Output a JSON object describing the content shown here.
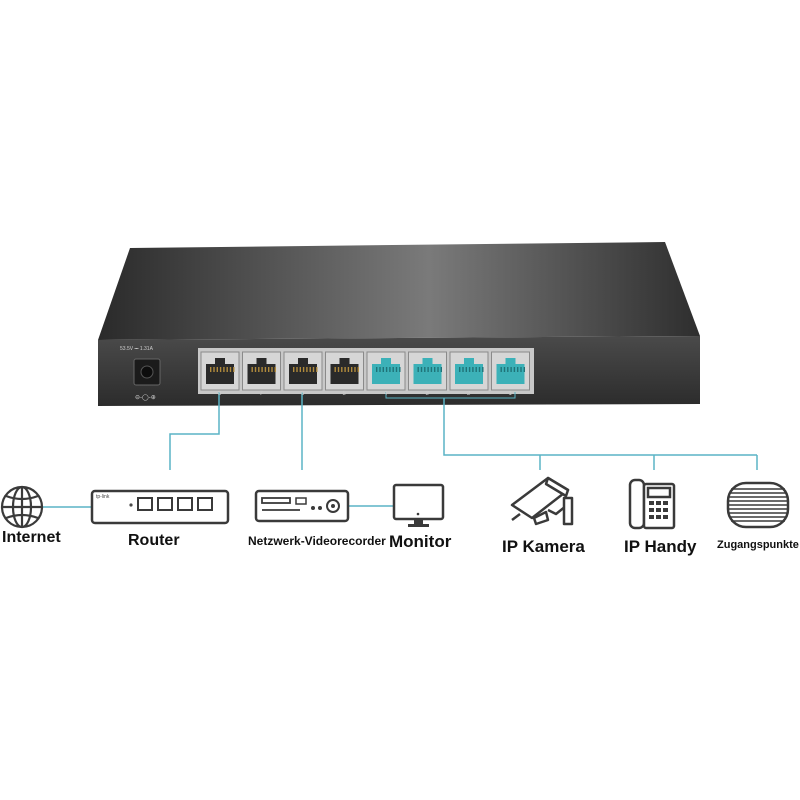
{
  "switch": {
    "power_rating": "53.5V ⎓ 1.31A",
    "ports": [
      {
        "number": "8",
        "poe": false
      },
      {
        "number": "7",
        "poe": false
      },
      {
        "number": "6",
        "poe": false
      },
      {
        "number": "5",
        "poe": false
      },
      {
        "number": "4",
        "poe": true
      },
      {
        "number": "3",
        "poe": true
      },
      {
        "number": "2",
        "poe": true
      },
      {
        "number": "1",
        "poe": true
      }
    ]
  },
  "devices": {
    "internet": {
      "label": "Internet",
      "icon": "globe-icon"
    },
    "router": {
      "label": "Router",
      "icon": "router-icon",
      "brand": "tp-link"
    },
    "nvr": {
      "label": "Netzwerk-Videorecorder",
      "icon": "nvr-icon"
    },
    "monitor": {
      "label": "Monitor",
      "icon": "monitor-icon"
    },
    "ip_camera": {
      "label": "IP Kamera",
      "icon": "camera-icon"
    },
    "ip_phone": {
      "label": "IP Handy",
      "icon": "phone-icon"
    },
    "access_point": {
      "label": "Zugangspunkte",
      "icon": "access-point-icon"
    }
  },
  "colors": {
    "connector_line": "#5ab4c5",
    "poe_port": "#3cb1b8",
    "switch_body": "#3a3a3a",
    "label_text": "#111111"
  }
}
